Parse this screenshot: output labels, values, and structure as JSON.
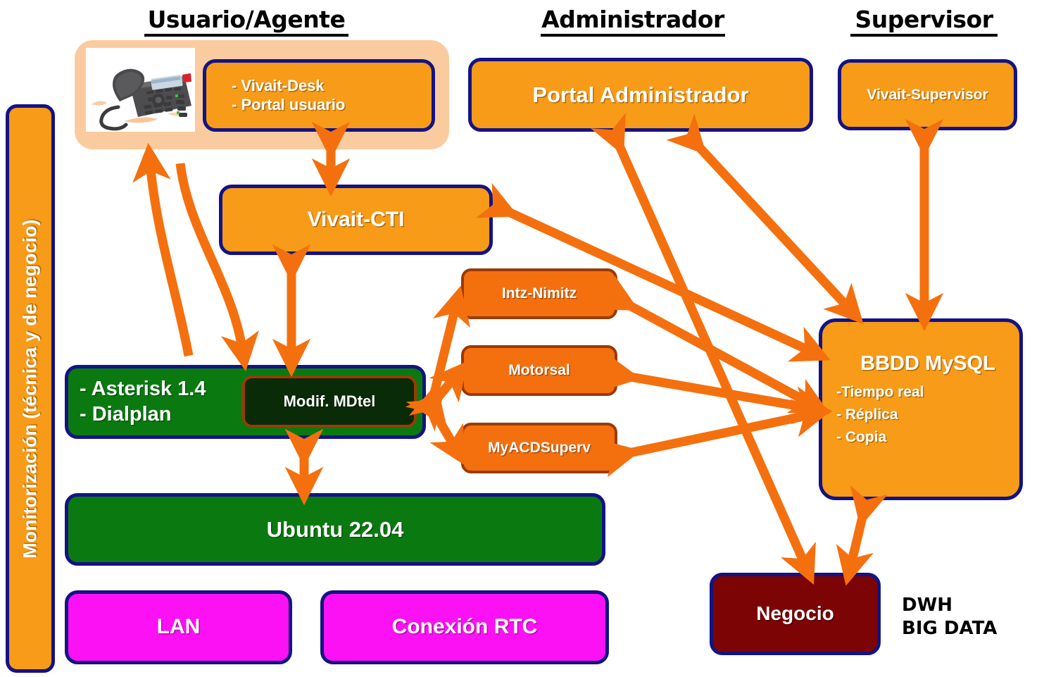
{
  "diagram": {
    "title_columns": [
      {
        "name": "usuario-agente",
        "label": "Usuario/Agente"
      },
      {
        "name": "administrador",
        "label": "Administrador"
      },
      {
        "name": "supervisor",
        "label": "Supervisor"
      }
    ],
    "sidebar": {
      "label": "Monitorización (técnica y de negocio)",
      "color": "#F79B18"
    },
    "nodes": {
      "phone_photo": {
        "alt": "ip-desk-phone-photo"
      },
      "vivait_desk": {
        "line1": "- Vivait-Desk",
        "line2": "- Portal usuario",
        "color": "#F79B18"
      },
      "portal_admin": {
        "label": "Portal Administrador",
        "color": "#F79B18"
      },
      "vivait_supervisor": {
        "label": "Vivait-Supervisor",
        "color": "#F79B18"
      },
      "vivait_cti": {
        "label": "Vivait-CTI",
        "color": "#F79B18"
      },
      "intz_nimitz": {
        "label": "Intz-Nimitz",
        "color": "#F4700F"
      },
      "motorsal": {
        "label": "Motorsal",
        "color": "#F4700F"
      },
      "myacdsuperv": {
        "label": "MyACDSuperv",
        "color": "#F4700F"
      },
      "asterisk": {
        "line1": "- Asterisk 1.4",
        "line2": "- Dialplan",
        "color": "#0A7A10"
      },
      "modif_mdtel": {
        "label": "Modif. MDtel",
        "color": "#0A2B08"
      },
      "ubuntu": {
        "label": "Ubuntu 22.04",
        "color": "#0A7A10"
      },
      "lan": {
        "label": "LAN",
        "color": "#FC10F4"
      },
      "conexion_rtc": {
        "label": "Conexión RTC",
        "color": "#FC10F4"
      },
      "bbdd_mysql": {
        "title": "BBDD MySQL",
        "items": [
          "-Tiempo real",
          "- Réplica",
          "- Copia"
        ],
        "color": "#F79B18"
      },
      "negocio": {
        "label": "Negocio",
        "color": "#7C0404"
      },
      "dwh_bigdata": {
        "label": "DWH\nBIG DATA",
        "color": "#000000"
      }
    },
    "arrow_color": "#F4700F",
    "connections": [
      {
        "from": "vivait_desk",
        "to": "vivait_cti",
        "type": "bidirectional"
      },
      {
        "from": "phone_photo",
        "to": "asterisk",
        "type": "bidirectional-curved"
      },
      {
        "from": "vivait_cti",
        "to": "asterisk",
        "type": "bidirectional"
      },
      {
        "from": "asterisk",
        "to": "ubuntu",
        "type": "bidirectional"
      },
      {
        "from": "asterisk",
        "to": "intz_nimitz",
        "type": "bidirectional"
      },
      {
        "from": "asterisk",
        "to": "motorsal",
        "type": "bidirectional"
      },
      {
        "from": "asterisk",
        "to": "myacdsuperv",
        "type": "bidirectional"
      },
      {
        "from": "intz_nimitz",
        "to": "bbdd_mysql",
        "type": "bidirectional"
      },
      {
        "from": "motorsal",
        "to": "bbdd_mysql",
        "type": "bidirectional"
      },
      {
        "from": "myacdsuperv",
        "to": "bbdd_mysql",
        "type": "bidirectional"
      },
      {
        "from": "vivait_cti",
        "to": "bbdd_mysql",
        "type": "bidirectional"
      },
      {
        "from": "portal_admin",
        "to": "bbdd_mysql",
        "type": "bidirectional"
      },
      {
        "from": "portal_admin",
        "to": "negocio",
        "type": "bidirectional"
      },
      {
        "from": "vivait_supervisor",
        "to": "bbdd_mysql",
        "type": "bidirectional"
      },
      {
        "from": "bbdd_mysql",
        "to": "negocio",
        "type": "bidirectional"
      }
    ]
  }
}
